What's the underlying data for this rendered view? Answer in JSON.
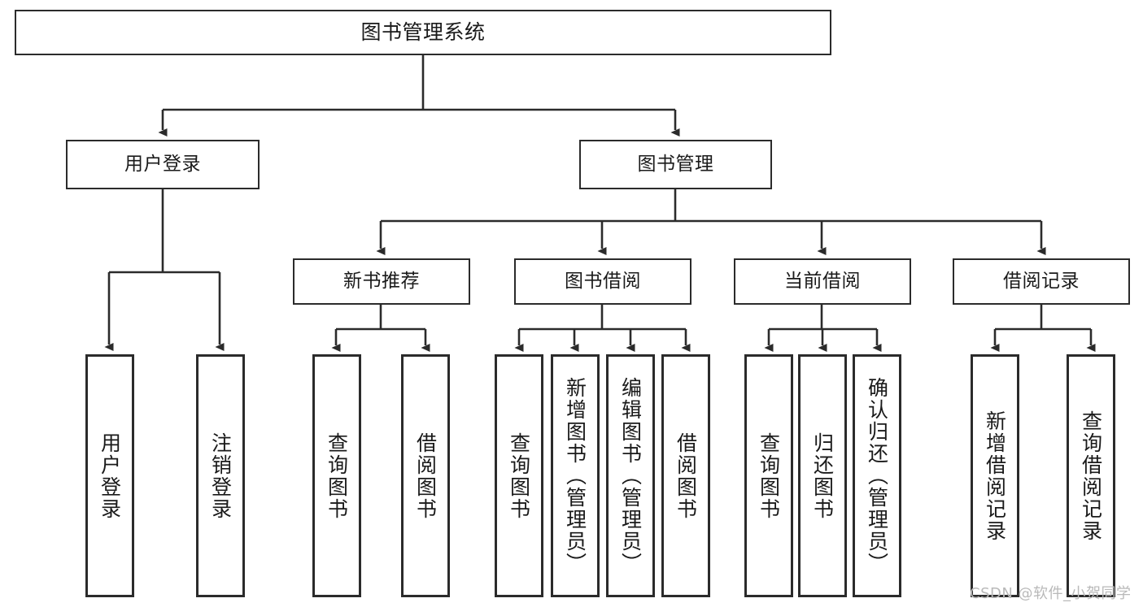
{
  "diagram": {
    "title": "图书管理系统",
    "type": "tree-hierarchy-chart",
    "style": {
      "background": "#ffffff",
      "box_border": "#2b2b2b",
      "box_fill": "#ffffff",
      "edge_color": "#2b2b2b",
      "text_color": "#1a1a1a",
      "watermark_color": "#b9b9b9"
    },
    "nodes": {
      "root": {
        "label": "图书管理系统"
      },
      "level2": [
        {
          "label": "用户登录"
        },
        {
          "label": "图书管理"
        }
      ],
      "level3": [
        {
          "label": "新书推荐"
        },
        {
          "label": "图书借阅"
        },
        {
          "label": "当前借阅"
        },
        {
          "label": "借阅记录"
        }
      ],
      "leaves": {
        "user_login": [
          {
            "label": "用户登录"
          },
          {
            "label": "注销登录"
          }
        ],
        "new_book_recommend": [
          {
            "label": "查询图书"
          },
          {
            "label": "借阅图书"
          }
        ],
        "book_borrow": [
          {
            "label": "查询图书"
          },
          {
            "label": "新增图书（管理员）"
          },
          {
            "label": "编辑图书（管理员）"
          },
          {
            "label": "借阅图书"
          }
        ],
        "current_borrow": [
          {
            "label": "查询图书"
          },
          {
            "label": "归还图书"
          },
          {
            "label": "确认归还（管理员）"
          }
        ],
        "borrow_record": [
          {
            "label": "新增借阅记录"
          },
          {
            "label": "查询借阅记录"
          }
        ]
      }
    },
    "watermark": "CSDN @软件_小贺同学"
  }
}
